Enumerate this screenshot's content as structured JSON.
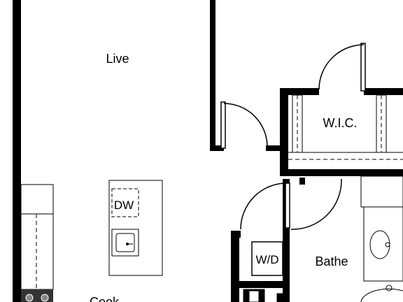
{
  "rooms": {
    "live": "Live",
    "wic": "W.I.C.",
    "dw": "DW",
    "wd": "W/D",
    "bathe": "Bathe",
    "cook": "Cook"
  },
  "colors": {
    "wall": "#000000",
    "background": "#ffffff",
    "line": "#000000",
    "dash": "#555555"
  }
}
